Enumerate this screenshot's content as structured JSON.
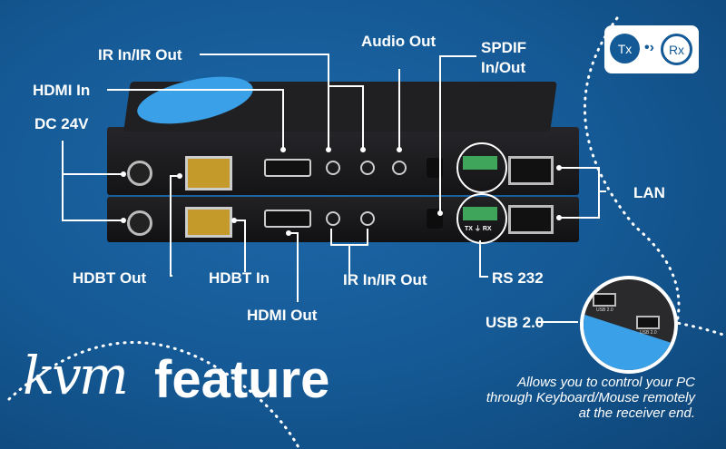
{
  "labels": {
    "ir_top": "IR In/IR Out",
    "hdmi_in": "HDMI In",
    "dc": "DC 24V",
    "audio_out": "Audio Out",
    "spdif_line1": "SPDIF",
    "spdif_line2": "In/Out",
    "lan": "LAN",
    "hdbt_out": "HDBT Out",
    "hdbt_in": "HDBT In",
    "hdmi_out": "HDMI Out",
    "ir_bottom": "IR In/IR Out",
    "rs232": "RS 232",
    "usb": "USB 2.0"
  },
  "badge": {
    "tx": "Tx",
    "rx": "Rx"
  },
  "terminal_label": "TX ⏚ RX",
  "usb_port_label": "USB 2.0",
  "headline": {
    "script": "kvm",
    "bold": "feature"
  },
  "description": [
    "Allows you to control your PC",
    "through Keyboard/Mouse remotely",
    "at the receiver end."
  ],
  "colors": {
    "background": "#155a96",
    "accent": "#3aa0e8",
    "device": "#1b1b1d"
  }
}
